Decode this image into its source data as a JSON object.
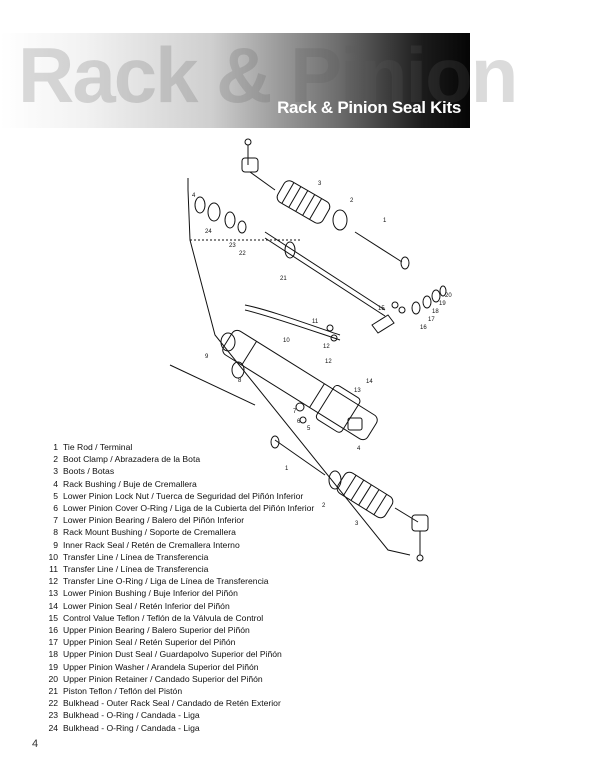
{
  "header": {
    "watermark": "Rack & Pinion",
    "title": "Rack & Pinion Seal Kits"
  },
  "diagram": {
    "callouts": [
      "1",
      "2",
      "3",
      "4",
      "24",
      "23",
      "22",
      "21",
      "20",
      "19",
      "18",
      "17",
      "16",
      "15",
      "14",
      "13",
      "12",
      "11",
      "10",
      "9",
      "8",
      "7",
      "6",
      "5",
      "4",
      "3",
      "2",
      "1",
      "12"
    ]
  },
  "parts": [
    {
      "num": "1",
      "label": "Tie Rod  / Terminal"
    },
    {
      "num": "2",
      "label": "Boot Clamp / Abrazadera de la Bota"
    },
    {
      "num": "3",
      "label": "Boots / Botas"
    },
    {
      "num": "4",
      "label": "Rack Bushing / Buje de Cremallera"
    },
    {
      "num": "5",
      "label": "Lower Pinion Lock Nut / Tuerca de Seguridad del Piñón Inferior"
    },
    {
      "num": "6",
      "label": "Lower Pinion Cover O-Ring / Liga de la Cubierta del Piñón Inferior"
    },
    {
      "num": "7",
      "label": "Lower Pinion Bearing / Balero del Piñón Inferior"
    },
    {
      "num": "8",
      "label": "Rack Mount Bushing / Soporte de Cremallera"
    },
    {
      "num": "9",
      "label": "Inner Rack Seal / Retén de Cremallera Interno"
    },
    {
      "num": "10",
      "label": "Transfer Line / Línea de Transferencia"
    },
    {
      "num": "11",
      "label": "Transfer Line / Línea de Transferencia"
    },
    {
      "num": "12",
      "label": "Transfer Line O-Ring / Liga de Línea de Transferencia"
    },
    {
      "num": "13",
      "label": "Lower Pinion Bushing  / Buje Inferior del Piñón"
    },
    {
      "num": "14",
      "label": "Lower Pinion Seal / Retén Inferior del Piñón"
    },
    {
      "num": "15",
      "label": "Control Value Teflon / Teflón de la Válvula de Control"
    },
    {
      "num": "16",
      "label": "Upper Pinion Bearing / Balero Superior del Piñón"
    },
    {
      "num": "17",
      "label": "Upper Pinion Seal / Retén Superior del Piñón"
    },
    {
      "num": "18",
      "label": "Upper Pinion Dust Seal / Guardapolvo Superior del Piñón"
    },
    {
      "num": "19",
      "label": "Upper Pinion Washer / Arandela Superior del Piñón"
    },
    {
      "num": "20",
      "label": "Upper Pinion Retainer / Candado Superior del Piñón"
    },
    {
      "num": "21",
      "label": "Piston Teflon / Teflón del Pistón"
    },
    {
      "num": "22",
      "label": "Bulkhead - Outer Rack Seal / Candado de Retén Exterior"
    },
    {
      "num": "23",
      "label": "Bulkhead - O-Ring / Candada - Liga"
    },
    {
      "num": "24",
      "label": "Bulkhead - O-Ring / Candada - Liga"
    }
  ],
  "page_number": "4"
}
